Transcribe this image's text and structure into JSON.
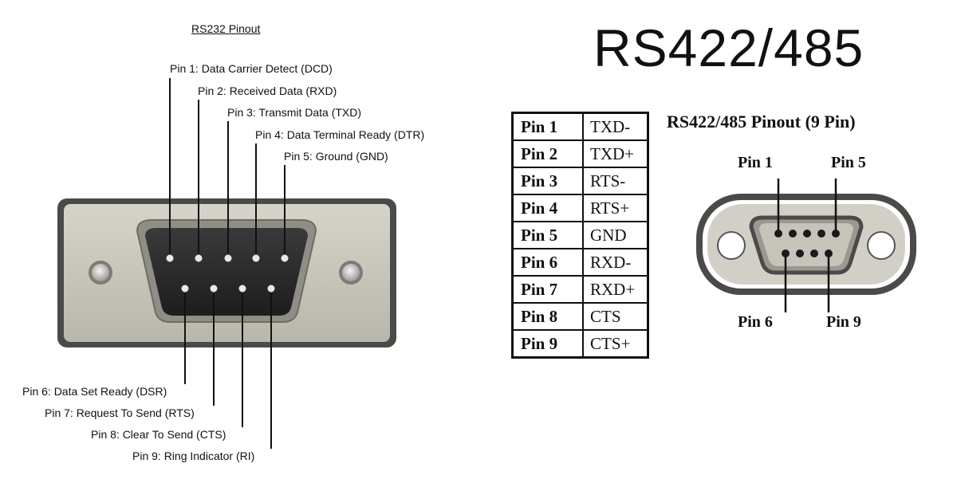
{
  "rs232": {
    "title": "RS232 Pinout",
    "top_labels": [
      "Pin 1: Data Carrier Detect (DCD)",
      "Pin 2: Received Data (RXD)",
      "Pin 3: Transmit Data (TXD)",
      "Pin 4: Data Terminal Ready (DTR)",
      "Pin 5: Ground (GND)"
    ],
    "bottom_labels": [
      "Pin 6: Data Set Ready (DSR)",
      "Pin 7: Request To Send (RTS)",
      "Pin 8: Clear To Send (CTS)",
      "Pin 9: Ring Indicator (RI)"
    ]
  },
  "rs422": {
    "heading": "RS422/485",
    "subtitle": "RS422/485 Pinout (9 Pin)",
    "table": [
      {
        "pin": "Pin 1",
        "signal": "TXD-"
      },
      {
        "pin": "Pin 2",
        "signal": "TXD+"
      },
      {
        "pin": "Pin 3",
        "signal": "RTS-"
      },
      {
        "pin": "Pin 4",
        "signal": "RTS+"
      },
      {
        "pin": "Pin 5",
        "signal": "GND"
      },
      {
        "pin": "Pin 6",
        "signal": "RXD-"
      },
      {
        "pin": "Pin 7",
        "signal": "RXD+"
      },
      {
        "pin": "Pin 8",
        "signal": "CTS"
      },
      {
        "pin": "Pin 9",
        "signal": "CTS+"
      }
    ],
    "connector_labels": {
      "pin1": "Pin 1",
      "pin5": "Pin 5",
      "pin6": "Pin 6",
      "pin9": "Pin 9"
    }
  },
  "colors": {
    "shell_dark": "#4a4a48",
    "shell_face": "#c9c7bc",
    "connector_body": "#2b2b2b",
    "pin_color": "#e9e9e9",
    "line_color": "#111111"
  }
}
